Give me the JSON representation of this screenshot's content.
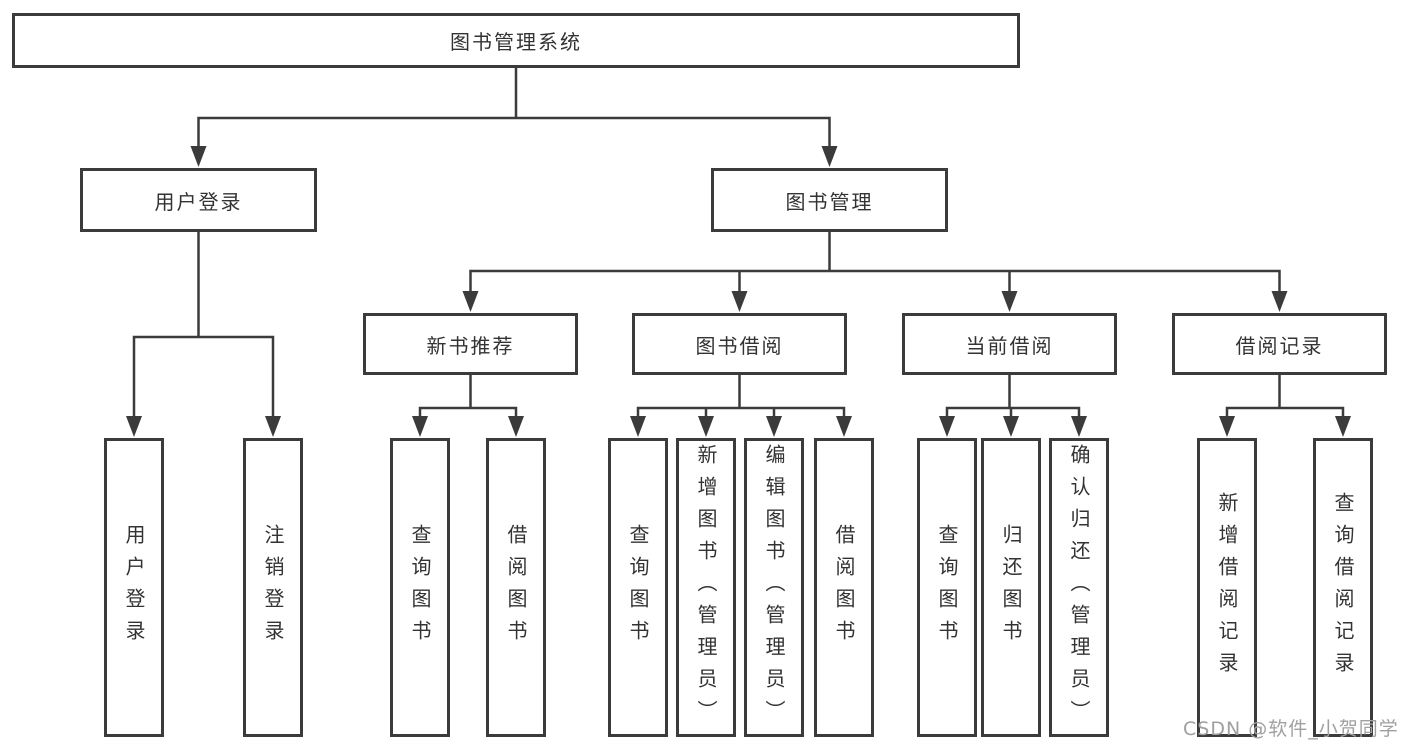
{
  "diagram": {
    "title": "图书管理系统",
    "nodes": {
      "root": {
        "label": "图书管理系统"
      },
      "user_login": {
        "label": "用户登录"
      },
      "book_management": {
        "label": "图书管理"
      },
      "new_book_recommend": {
        "label": "新书推荐"
      },
      "book_borrowing": {
        "label": "图书借阅"
      },
      "current_borrowing": {
        "label": "当前借阅"
      },
      "borrowing_records": {
        "label": "借阅记录"
      },
      "leaf_user_login": {
        "label": "用户登录"
      },
      "leaf_logout": {
        "label": "注销登录"
      },
      "leaf_nbr_search_books": {
        "label": "查询图书"
      },
      "leaf_nbr_borrow_books": {
        "label": "借阅图书"
      },
      "leaf_bb_search_books": {
        "label": "查询图书"
      },
      "leaf_bb_add_books": {
        "label": "新增图书（管理员）"
      },
      "leaf_bb_edit_books": {
        "label": "编辑图书（管理员）"
      },
      "leaf_bb_borrow_books": {
        "label": "借阅图书"
      },
      "leaf_cb_search_books": {
        "label": "查询图书"
      },
      "leaf_cb_return_books": {
        "label": "归还图书"
      },
      "leaf_cb_confirm_return": {
        "label": "确认归还（管理员）"
      },
      "leaf_br_add_record": {
        "label": "新增借阅记录"
      },
      "leaf_br_search_record": {
        "label": "查询借阅记录"
      }
    },
    "edges": [
      [
        "root",
        "user_login"
      ],
      [
        "root",
        "book_management"
      ],
      [
        "user_login",
        "leaf_user_login"
      ],
      [
        "user_login",
        "leaf_logout"
      ],
      [
        "book_management",
        "new_book_recommend"
      ],
      [
        "book_management",
        "book_borrowing"
      ],
      [
        "book_management",
        "current_borrowing"
      ],
      [
        "book_management",
        "borrowing_records"
      ],
      [
        "new_book_recommend",
        "leaf_nbr_search_books"
      ],
      [
        "new_book_recommend",
        "leaf_nbr_borrow_books"
      ],
      [
        "book_borrowing",
        "leaf_bb_search_books"
      ],
      [
        "book_borrowing",
        "leaf_bb_add_books"
      ],
      [
        "book_borrowing",
        "leaf_bb_edit_books"
      ],
      [
        "book_borrowing",
        "leaf_bb_borrow_books"
      ],
      [
        "current_borrowing",
        "leaf_cb_search_books"
      ],
      [
        "current_borrowing",
        "leaf_cb_return_books"
      ],
      [
        "current_borrowing",
        "leaf_cb_confirm_return"
      ],
      [
        "borrowing_records",
        "leaf_br_add_record"
      ],
      [
        "borrowing_records",
        "leaf_br_search_record"
      ]
    ],
    "colors": {
      "stroke": "#3b3b3b",
      "text": "#333333",
      "background": "#ffffff",
      "watermark": "#a0a0a0"
    }
  },
  "watermark": {
    "text": "CSDN @软件_小贺同学"
  }
}
